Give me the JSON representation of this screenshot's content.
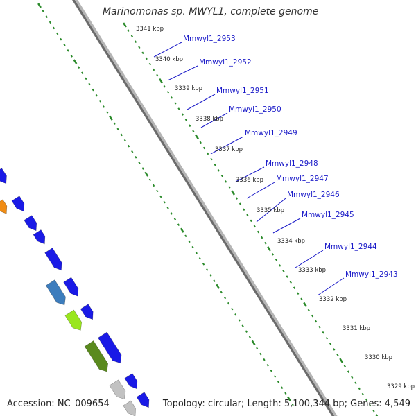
{
  "title": "Marinomonas sp. MWYL1, complete genome",
  "accession": "Accession: NC_009654",
  "summary": "Topology: circular; Length: 5,100,344 bp; Genes: 4,549",
  "colors": {
    "backbone_dark": "#6b6b6b",
    "backbone_light": "#b5b5b5",
    "tick_green": "#2a8a2a",
    "label_blue": "#1a1ac8",
    "gene_blue": "#1a1ae6"
  },
  "kbp_ticks": [
    "3341 kbp",
    "3340 kbp",
    "3339 kbp",
    "3338 kbp",
    "3337 kbp",
    "3336 kbp",
    "3335 kbp",
    "3334 kbp",
    "3333 kbp",
    "3332 kbp",
    "3331 kbp",
    "3330 kbp",
    "3329 kbp"
  ],
  "gene_labels": [
    "Mmwyl1_2953",
    "Mmwyl1_2952",
    "Mmwyl1_2951",
    "Mmwyl1_2950",
    "Mmwyl1_2949",
    "Mmwyl1_2948",
    "Mmwyl1_2947",
    "Mmwyl1_2946",
    "Mmwyl1_2945",
    "Mmwyl1_2944",
    "Mmwyl1_2943"
  ],
  "feature_colors": {
    "magenta": "#e6187c",
    "gray": "#c2c2c2",
    "orange": "#f08c14",
    "steel_blue": "#3d7dbd",
    "lime": "#9ae61e",
    "olive": "#5a8a1e"
  }
}
